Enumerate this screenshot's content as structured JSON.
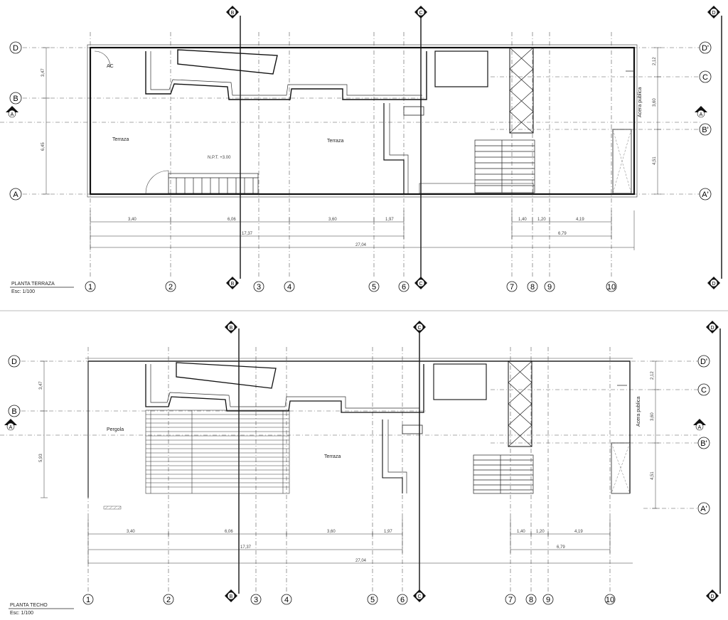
{
  "plan_top": {
    "title": "PLANTA TERRAZA",
    "scale": "Esc: 1/100",
    "rooms": {
      "terraza_left": "Terraza",
      "terraza_right": "Terraza",
      "ac": "AC",
      "acera": "Acera publica",
      "level": "N.P.T. +3.00"
    },
    "dims_bottom": [
      "3,40",
      "6,06",
      "3,60",
      "1,97",
      "1,40",
      "1,20",
      "4,19"
    ],
    "dims_total": [
      "17,37",
      "6,79",
      "27,04"
    ],
    "dims_left": [
      "3,47",
      "6,45"
    ],
    "dims_right": [
      "2,12",
      "3,60",
      "4,51"
    ]
  },
  "plan_bottom": {
    "title": "PLANTA TECHO",
    "scale": "Esc: 1/100",
    "rooms": {
      "pergola": "Pergola",
      "terraza": "Terraza",
      "acera": "Acera publica"
    },
    "dims_bottom": [
      "3,40",
      "6,06",
      "3,60",
      "1,97",
      "1,40",
      "1,20",
      "4,19"
    ],
    "dims_total": [
      "17,37",
      "6,79",
      "27,04"
    ],
    "dims_left": [
      "3,47",
      "5,93"
    ],
    "dims_right": [
      "2,12",
      "3,60",
      "4,51"
    ]
  },
  "grid_columns": [
    "1",
    "2",
    "3",
    "4",
    "5",
    "6",
    "7",
    "8",
    "9",
    "10"
  ],
  "grid_rows": [
    "D",
    "B",
    "A"
  ],
  "grid_rows_right": [
    "D'",
    "C",
    "B'",
    "A'"
  ],
  "sections": [
    "A",
    "B",
    "C",
    "D"
  ]
}
